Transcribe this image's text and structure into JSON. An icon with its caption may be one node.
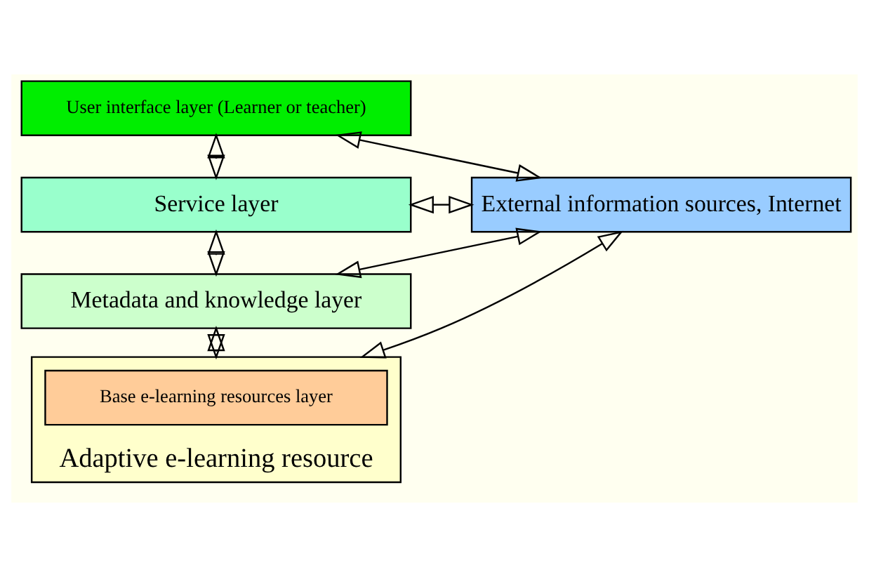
{
  "diagram": {
    "nodes": [
      {
        "text": [
          "User interface layer (Learner or teacher)"
        ]
      },
      {
        "text": [
          "Service layer"
        ]
      },
      {
        "text": [
          "Metadata and knowledge layer"
        ]
      },
      {
        "text": [
          "Adaptive e-learning resource"
        ]
      },
      {
        "text": [
          "Base e-learning resources layer"
        ],
        "in": 3
      },
      {
        "text": [
          "External information sources, Internet"
        ]
      }
    ],
    "edges": [
      {
        "from": 0,
        "to": 1,
        "arrow": "both"
      },
      {
        "from": 1,
        "to": 2,
        "arrow": "both"
      },
      {
        "from": 2,
        "to": 3,
        "arrow": "both"
      },
      {
        "from": 0,
        "to": 5,
        "arrow": "both"
      },
      {
        "from": 1,
        "to": 5,
        "arrow": "both"
      },
      {
        "from": 2,
        "to": 5,
        "arrow": "both"
      },
      {
        "from": 3,
        "to": 5,
        "arrow": "both"
      }
    ]
  }
}
